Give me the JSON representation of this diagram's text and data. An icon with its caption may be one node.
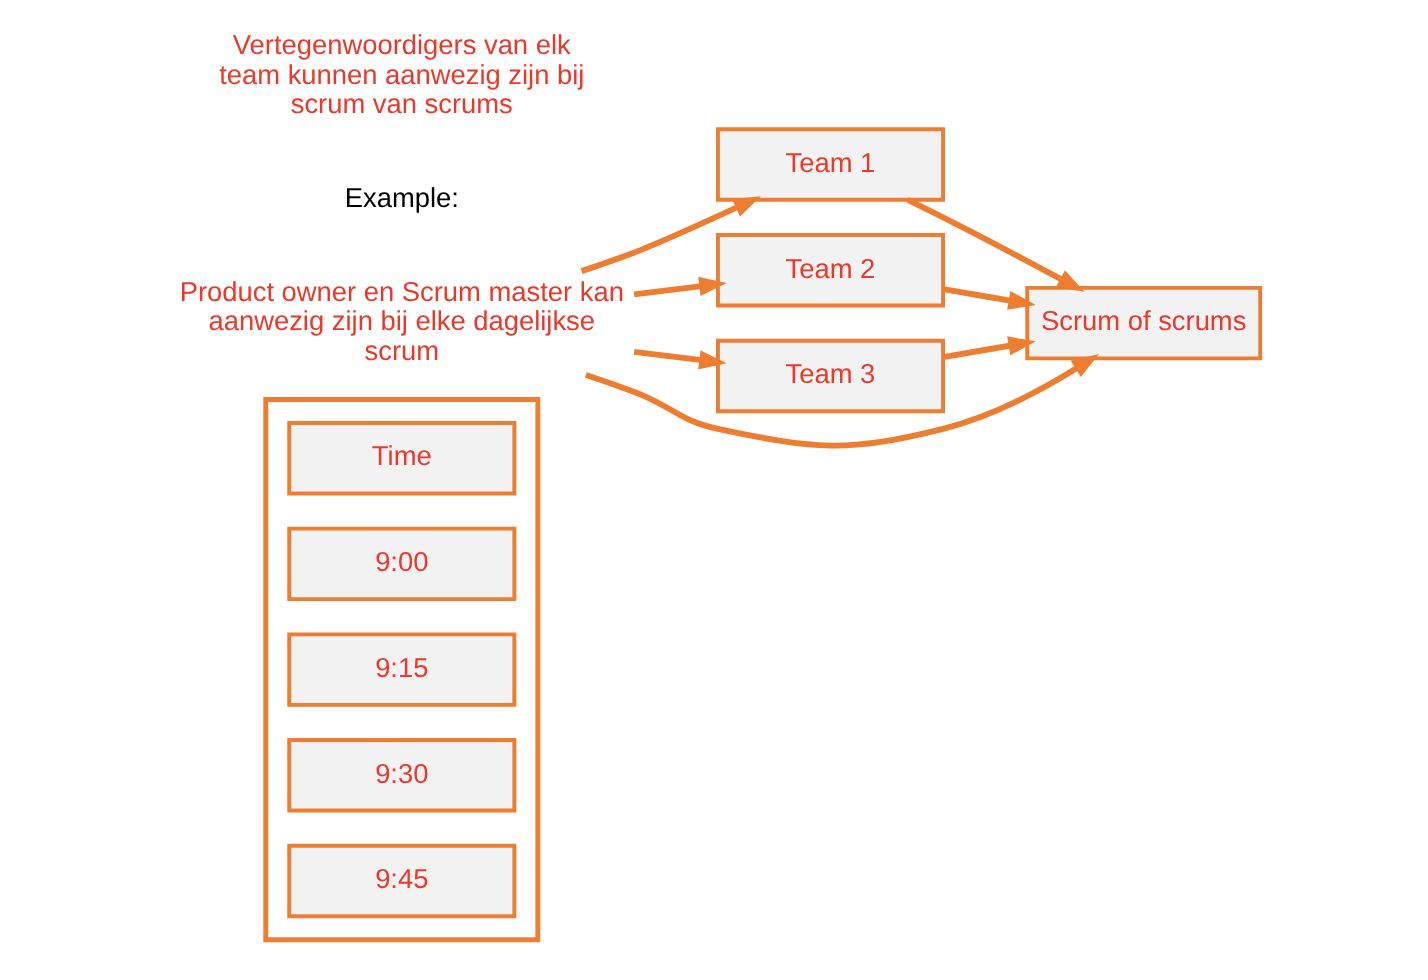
{
  "diagram": {
    "nodes": [
      {
        "text": [],
        "shape": "box"
      },
      {
        "text": [
          "Time"
        ],
        "in": 0
      },
      {
        "text": [
          "9:00"
        ],
        "in": 0
      },
      {
        "text": [
          "9:15"
        ],
        "in": 0
      },
      {
        "text": [
          "9:30"
        ],
        "in": 0
      },
      {
        "text": [
          "9:45"
        ],
        "in": 0
      },
      {
        "text": [
          "Team 1"
        ]
      },
      {
        "text": [
          "Team 2"
        ]
      },
      {
        "text": [
          "Team 3"
        ]
      },
      {
        "text": [
          "Scrum of scrums"
        ]
      },
      {
        "text": [
          "Product owner en Scrum master kan aanwezig zijn bij elke dagelijkse scrum"
        ]
      }
    ],
    "edges": [
      {
        "from": 10,
        "to": 6,
        "arrow": "to"
      },
      {
        "from": 10,
        "to": 7,
        "arrow": "to"
      },
      {
        "from": 10,
        "to": 8,
        "arrow": "to"
      },
      {
        "from": 10,
        "to": 9,
        "arrow": "to"
      },
      {
        "from": 6,
        "to": 9,
        "arrow": "to"
      },
      {
        "from": 7,
        "to": 9,
        "arrow": "to"
      },
      {
        "from": 8,
        "to": 9,
        "arrow": "to"
      }
    ],
    "labels": [
      "Example:",
      "Vertegenwoordigers van elk team kunnen aanwezig zijn bij scrum van scrums"
    ]
  }
}
